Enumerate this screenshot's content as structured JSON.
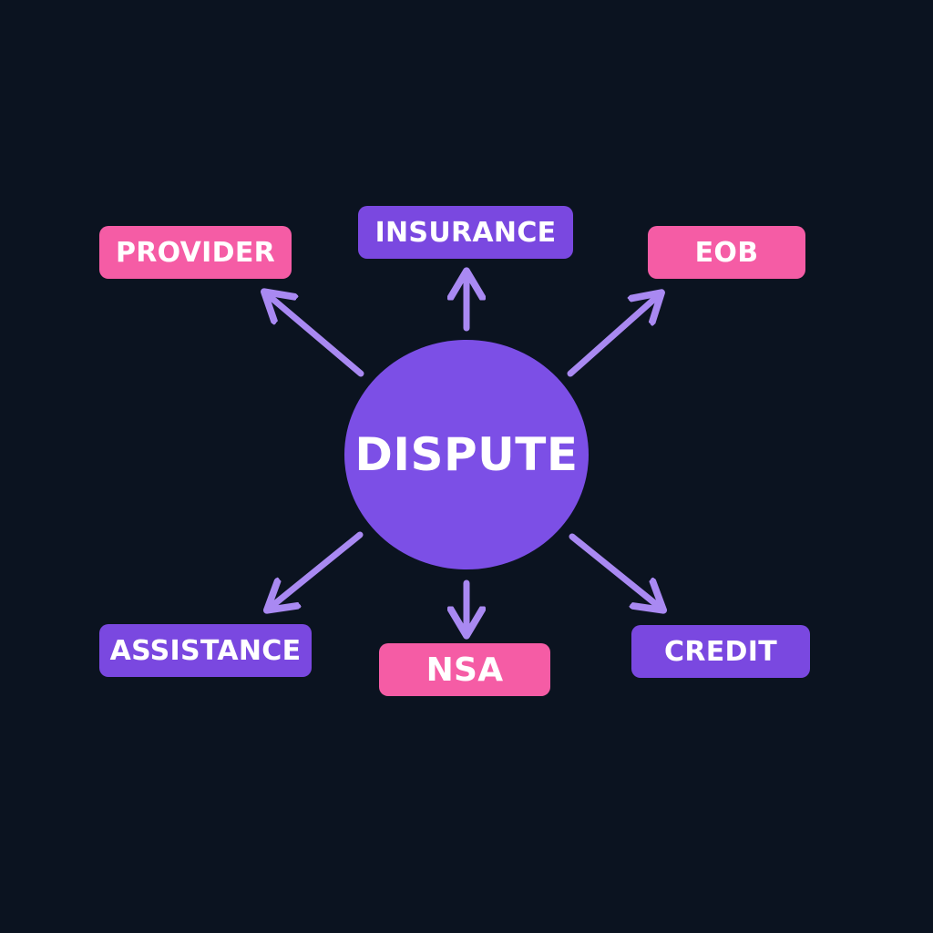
{
  "colors": {
    "background": "#0b1320",
    "center": "#7c4fe6",
    "pink": "#f55ca5",
    "purple": "#7a48e0",
    "arrow": "#a989f2",
    "text": "#ffffff"
  },
  "center": {
    "label": "DISPUTE"
  },
  "nodes": [
    {
      "key": "provider",
      "label": "PROVIDER",
      "color": "pink"
    },
    {
      "key": "insurance",
      "label": "INSURANCE",
      "color": "purple"
    },
    {
      "key": "eob",
      "label": "EOB",
      "color": "pink"
    },
    {
      "key": "assistance",
      "label": "ASSISTANCE",
      "color": "purple"
    },
    {
      "key": "nsa",
      "label": "NSA",
      "color": "pink"
    },
    {
      "key": "credit",
      "label": "CREDIT",
      "color": "purple"
    }
  ],
  "edges": [
    {
      "from": "dispute",
      "to": "provider"
    },
    {
      "from": "dispute",
      "to": "insurance"
    },
    {
      "from": "dispute",
      "to": "eob"
    },
    {
      "from": "dispute",
      "to": "assistance"
    },
    {
      "from": "dispute",
      "to": "nsa"
    },
    {
      "from": "dispute",
      "to": "credit"
    }
  ]
}
